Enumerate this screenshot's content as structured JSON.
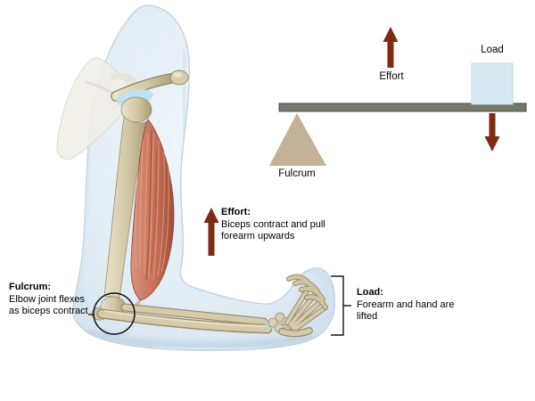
{
  "diagram": {
    "lever": {
      "effort_label": "Effort",
      "load_label": "Load",
      "fulcrum_label": "Fulcrum"
    },
    "annotations": {
      "effort": {
        "heading": "Effort:",
        "line1": "Biceps contract and pull",
        "line2": "forearm upwards"
      },
      "fulcrum": {
        "heading": "Fulcrum:",
        "line1": "Elbow joint flexes",
        "line2": "as biceps contract"
      },
      "load": {
        "heading": "Load:",
        "line1": "Forearm and hand are",
        "line2": "lifted"
      }
    },
    "colors": {
      "arrow": "#7e2b12",
      "lever_bar": "#75786a",
      "lever_bar_border": "#4e5143",
      "fulcrum_triangle": "#c3b296",
      "load_box": "#d6e9f1",
      "silhouette": "#dfeaf3",
      "bone": "#d5cbaa",
      "muscle": "#c0674f",
      "text": "#000000"
    }
  }
}
